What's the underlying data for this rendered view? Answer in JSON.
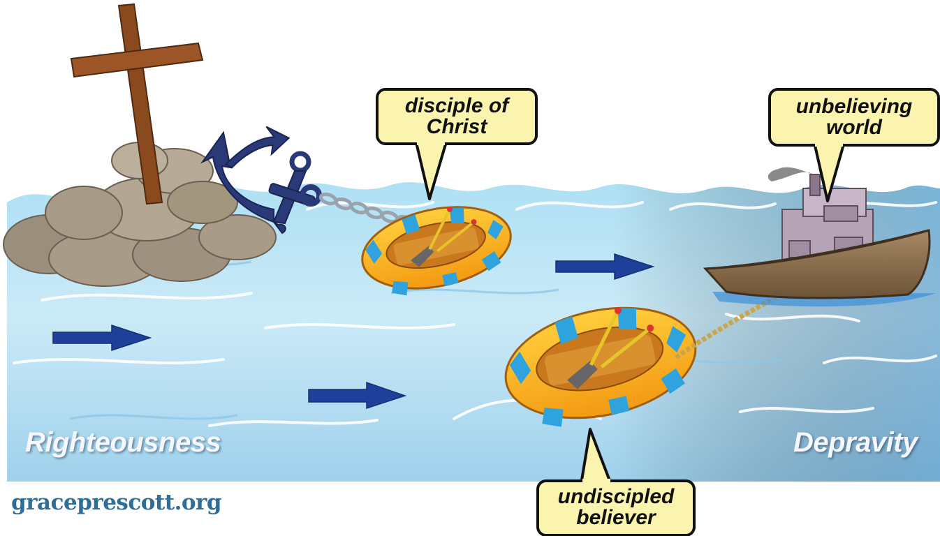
{
  "callouts": {
    "disciple": {
      "line1": "disciple of",
      "line2": "Christ"
    },
    "world": {
      "line1": "unbelieving",
      "line2": "world"
    },
    "undiscipled": {
      "line1": "undiscipled",
      "line2": "believer"
    }
  },
  "labels": {
    "left": "Righteousness",
    "right": "Depravity"
  },
  "site": "graceprescott.org",
  "colors": {
    "callout_fill": "#fbf4ae",
    "arrow": "#1e3f9a",
    "water": "#c6e7f6",
    "site_text": "#2e6e99"
  }
}
